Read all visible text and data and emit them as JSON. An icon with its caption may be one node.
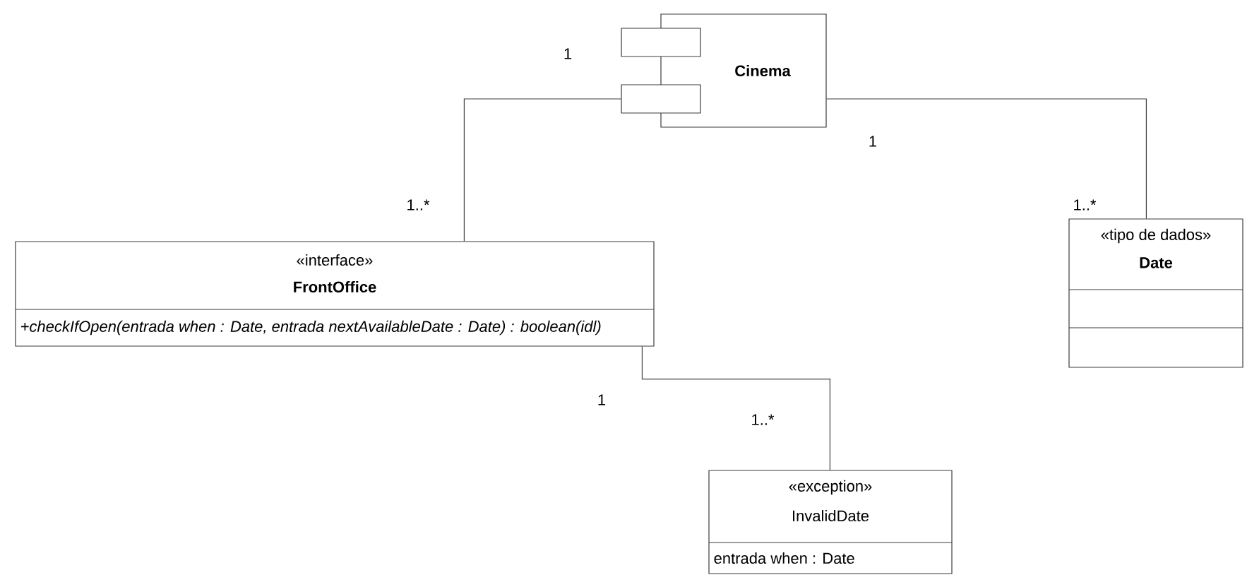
{
  "diagram": {
    "nodes": [
      {
        "text": [
          "Cinema"
        ]
      },
      {
        "text": [
          "«interface»",
          "FrontOffice",
          "*+checkIfOpen(entrada when : Date, entrada nextAvailableDate : Date) : boolean(idl)*"
        ]
      },
      {
        "text": [
          "«tipo de dados»",
          "Date"
        ]
      },
      {
        "text": [
          "«exception»",
          "InvalidDate",
          "entrada when : Date"
        ]
      }
    ],
    "edges": [
      {
        "from": 0,
        "to": 1,
        "arrow": "none"
      },
      {
        "from": 0,
        "to": 2,
        "arrow": "none"
      },
      {
        "from": 1,
        "to": 3,
        "arrow": "none"
      }
    ],
    "labels": [
      "1",
      "1",
      "1..*",
      "1..*",
      "1",
      "1..*"
    ]
  }
}
